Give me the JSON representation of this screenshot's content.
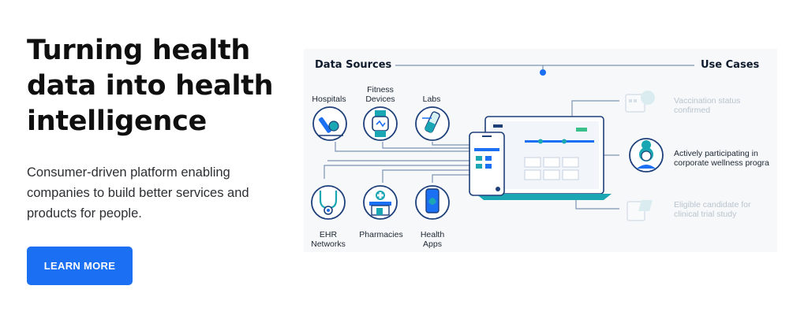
{
  "hero": {
    "title": "Turning health data into health intelligence",
    "subtitle": "Consumer-driven platform enabling companies to build better services and products for people.",
    "cta_label": "LEARN MORE"
  },
  "diagram": {
    "left_heading": "Data Sources",
    "right_heading": "Use Cases",
    "sources": {
      "hospitals": "Hospitals",
      "fitness": "Fitness Devices",
      "labs": "Labs",
      "ehr": "EHR Networks",
      "pharmacies": "Pharmacies",
      "health_apps": "Health Apps"
    },
    "use_cases": {
      "vaccination": "Vaccination status confirmed",
      "wellness": "Actively participating in corporate wellness progra",
      "clinical": "Eligible candidate for clinical trial study"
    }
  },
  "colors": {
    "accent": "#1a6ff2",
    "navy": "#1d3f7a",
    "teal": "#1aa7b3",
    "line": "#7d93b5"
  }
}
